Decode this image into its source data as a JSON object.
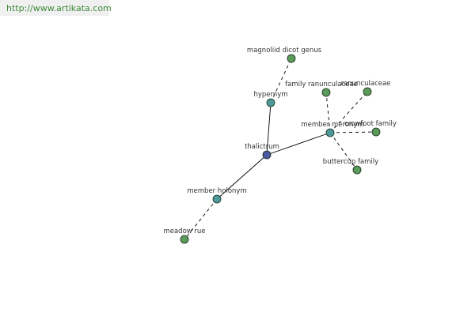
{
  "header": {
    "url": "http://www.artikata.com"
  },
  "colors": {
    "center_node": "#4b5aa0",
    "relation_node": "#4e9a9a",
    "leaf_node": "#5a9a5a",
    "node_stroke": "#1a2a1a",
    "edge": "#000000"
  },
  "graph": {
    "nodes": [
      {
        "id": "thalictrum",
        "label": "thalictrum",
        "kind": "center"
      },
      {
        "id": "hypernym",
        "label": "hypernym",
        "kind": "relation"
      },
      {
        "id": "member_meronym",
        "label": "member meronym",
        "kind": "relation"
      },
      {
        "id": "member_holonym",
        "label": "member holonym",
        "kind": "relation"
      },
      {
        "id": "magnoliid",
        "label": "magnoliid dicot genus",
        "kind": "leaf"
      },
      {
        "id": "family_ranunc",
        "label": "family ranunculaceae",
        "kind": "leaf"
      },
      {
        "id": "ranunculaceae",
        "label": "ranunculaceae",
        "kind": "leaf"
      },
      {
        "id": "crowfoot",
        "label": "crowfoot family",
        "kind": "leaf"
      },
      {
        "id": "buttercup",
        "label": "buttercup family",
        "kind": "leaf"
      },
      {
        "id": "meadow_rue",
        "label": "meadow rue",
        "kind": "leaf"
      }
    ],
    "edges": [
      {
        "from": "thalictrum",
        "to": "hypernym",
        "style": "solid"
      },
      {
        "from": "thalictrum",
        "to": "member_meronym",
        "style": "solid"
      },
      {
        "from": "thalictrum",
        "to": "member_holonym",
        "style": "solid"
      },
      {
        "from": "hypernym",
        "to": "magnoliid",
        "style": "dashed"
      },
      {
        "from": "member_meronym",
        "to": "family_ranunc",
        "style": "dashed"
      },
      {
        "from": "member_meronym",
        "to": "ranunculaceae",
        "style": "dashed"
      },
      {
        "from": "member_meronym",
        "to": "crowfoot",
        "style": "dashed"
      },
      {
        "from": "member_meronym",
        "to": "buttercup",
        "style": "dashed"
      },
      {
        "from": "member_holonym",
        "to": "meadow_rue",
        "style": "dashed"
      }
    ]
  }
}
